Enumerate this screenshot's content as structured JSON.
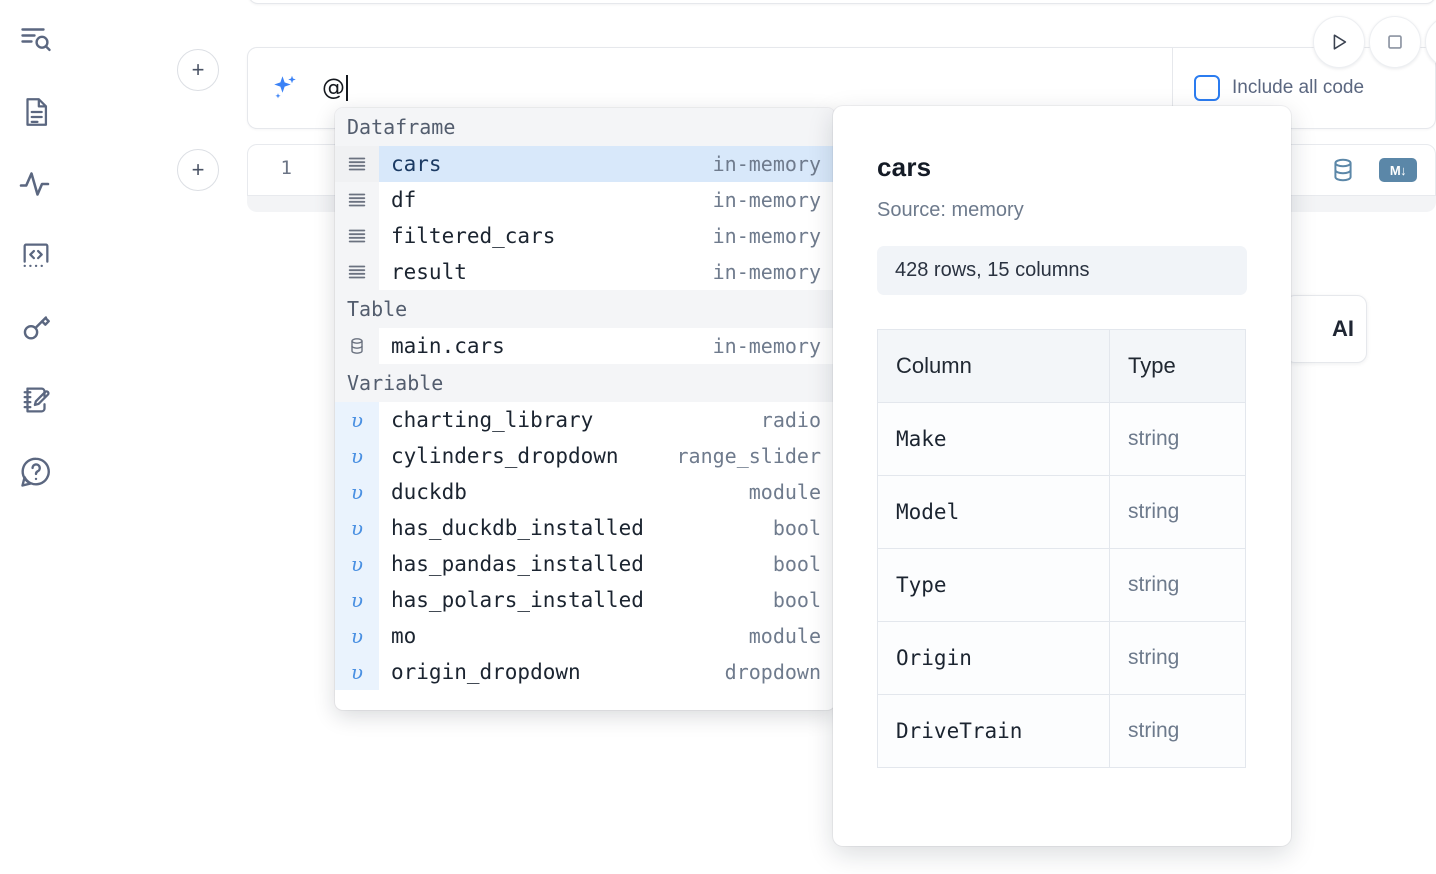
{
  "sidebar": {
    "items": [
      {
        "name": "search-outline-icon",
        "label": "Explore"
      },
      {
        "name": "document-icon",
        "label": "Notebook"
      },
      {
        "name": "activity-pulse-icon",
        "label": "Activity"
      },
      {
        "name": "code-snippet-icon",
        "label": "Snippets"
      },
      {
        "name": "key-icon",
        "label": "Secrets"
      },
      {
        "name": "scratchpad-edit-icon",
        "label": "Scratchpad"
      },
      {
        "name": "help-question-icon",
        "label": "Help"
      }
    ]
  },
  "toolbar": {
    "add_cell_label": "+",
    "run_label": "Run",
    "stop_label": "Stop",
    "more_label": "More"
  },
  "ai_prompt": {
    "icon": "sparkle-icon",
    "value": "@",
    "include_all_code_label": "Include all code",
    "include_all_code_checked": false,
    "accent_color": "#3b82f6"
  },
  "cell": {
    "number": "1",
    "database_icon": "database-icon",
    "markdown_badge": "M↓"
  },
  "ai_chip": {
    "label": "AI"
  },
  "autocomplete": {
    "sections": [
      {
        "title": "Dataframe",
        "items": [
          {
            "icon": "dataframe-icon",
            "name": "cars",
            "type": "in-memory",
            "selected": true,
            "kind": "df"
          },
          {
            "icon": "dataframe-icon",
            "name": "df",
            "type": "in-memory",
            "selected": false,
            "kind": "df"
          },
          {
            "icon": "dataframe-icon",
            "name": "filtered_cars",
            "type": "in-memory",
            "selected": false,
            "kind": "df"
          },
          {
            "icon": "dataframe-icon",
            "name": "result",
            "type": "in-memory",
            "selected": false,
            "kind": "df"
          }
        ]
      },
      {
        "title": "Table",
        "items": [
          {
            "icon": "database-icon",
            "name": "main.cars",
            "type": "in-memory",
            "selected": false,
            "kind": "tbl"
          }
        ]
      },
      {
        "title": "Variable",
        "items": [
          {
            "icon": "variable-icon",
            "name": "charting_library",
            "type": "radio",
            "selected": false,
            "kind": "var"
          },
          {
            "icon": "variable-icon",
            "name": "cylinders_dropdown",
            "type": "range_slider",
            "selected": false,
            "kind": "var"
          },
          {
            "icon": "variable-icon",
            "name": "duckdb",
            "type": "module",
            "selected": false,
            "kind": "var"
          },
          {
            "icon": "variable-icon",
            "name": "has_duckdb_installed",
            "type": "bool",
            "selected": false,
            "kind": "var"
          },
          {
            "icon": "variable-icon",
            "name": "has_pandas_installed",
            "type": "bool",
            "selected": false,
            "kind": "var"
          },
          {
            "icon": "variable-icon",
            "name": "has_polars_installed",
            "type": "bool",
            "selected": false,
            "kind": "var"
          },
          {
            "icon": "variable-icon",
            "name": "mo",
            "type": "module",
            "selected": false,
            "kind": "var"
          },
          {
            "icon": "variable-icon",
            "name": "origin_dropdown",
            "type": "dropdown",
            "selected": false,
            "kind": "var"
          }
        ]
      }
    ],
    "highlight_color": "#d8e8fa"
  },
  "preview": {
    "title": "cars",
    "source": "Source: memory",
    "shape": "428 rows, 15 columns",
    "table": {
      "headers": [
        "Column",
        "Type"
      ],
      "rows": [
        [
          "Make",
          "string"
        ],
        [
          "Model",
          "string"
        ],
        [
          "Type",
          "string"
        ],
        [
          "Origin",
          "string"
        ],
        [
          "DriveTrain",
          "string"
        ]
      ]
    }
  }
}
